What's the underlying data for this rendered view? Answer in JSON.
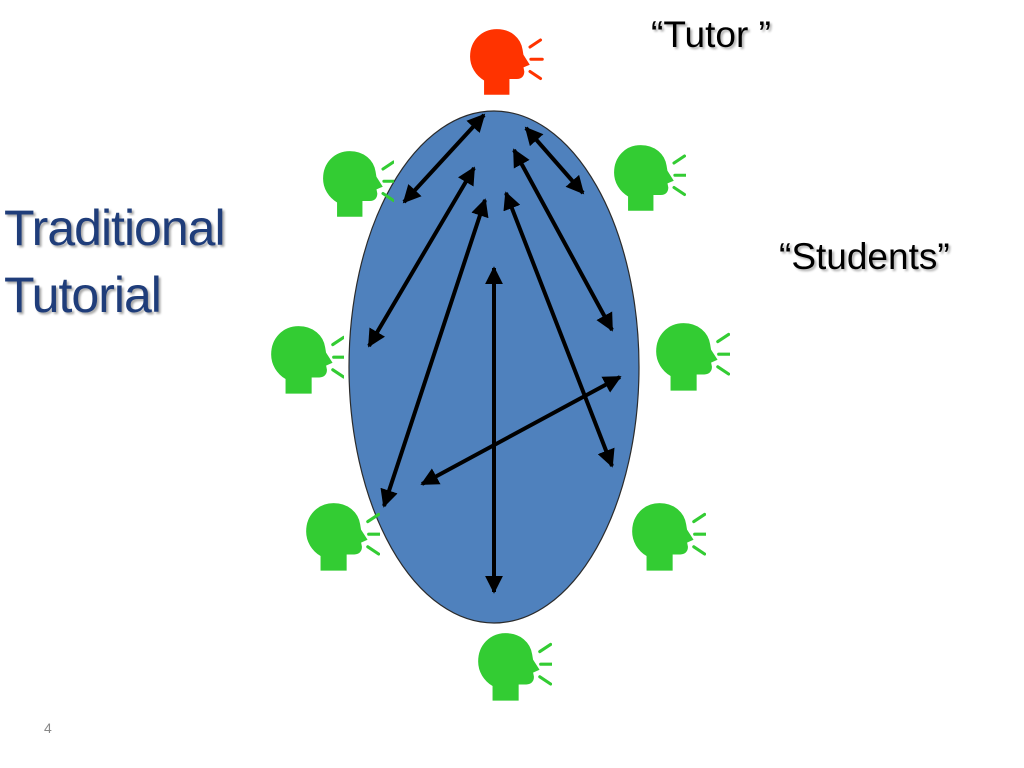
{
  "slide": {
    "title_line_1": "Traditional",
    "title_line_2": "Tutorial",
    "tutor_label": "“Tutor ”",
    "students_label": "“Students”",
    "slide_number": "4"
  },
  "diagram": {
    "ellipse_color": "#4f81bd",
    "tutor_color": "#ff3300",
    "student_color": "#33cc33",
    "arrow_color": "#000000",
    "tutor_icon": "speaking-head-icon",
    "student_icon": "speaking-head-icon",
    "student_count": 7
  },
  "colors": {
    "title": "#1f3d7a",
    "text": "#000000"
  }
}
